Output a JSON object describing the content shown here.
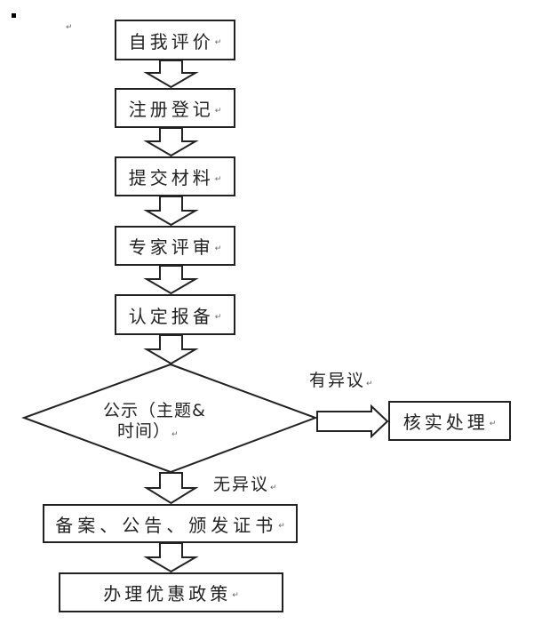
{
  "document": {
    "return_mark": "↵",
    "steps": [
      {
        "id": "self-evaluation",
        "label": "自我评价"
      },
      {
        "id": "registration",
        "label": "注册登记"
      },
      {
        "id": "submit-materials",
        "label": "提交材料"
      },
      {
        "id": "expert-review",
        "label": "专家评审"
      },
      {
        "id": "certification-filing",
        "label": "认定报备"
      }
    ],
    "decision": {
      "line1": "公示（主题&",
      "line2": "时间）"
    },
    "branch_objection": {
      "label": "有异议",
      "action": "核实处理"
    },
    "branch_no_objection": {
      "label": "无异议"
    },
    "final_steps": [
      {
        "id": "filing-announcement-certificate",
        "label": "备案、公告、颁发证书"
      },
      {
        "id": "preferential-policies",
        "label": "办理优惠政策"
      }
    ]
  }
}
